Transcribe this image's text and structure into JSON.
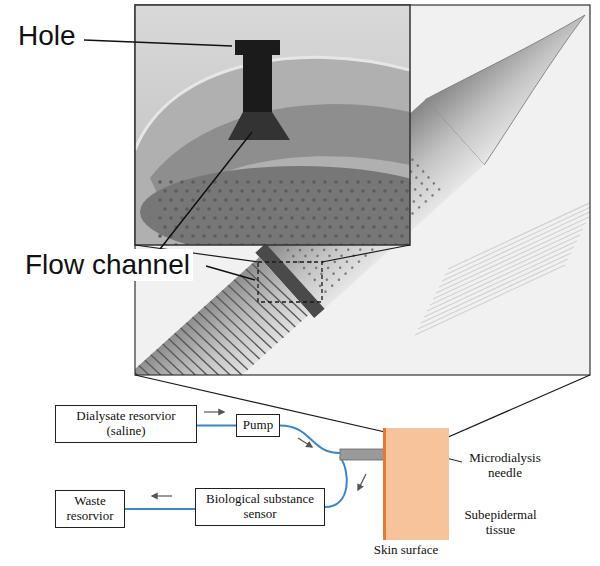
{
  "diagram": {
    "nodes": [
      {
        "text": [
          "Dialysate resorvior (saline)"
        ]
      },
      {
        "text": [
          "Pump"
        ]
      },
      {
        "text": [
          "Waste resorvior"
        ]
      },
      {
        "text": [
          "Biological substance sensor"
        ]
      },
      {
        "text": [
          "Subepidermal tissue"
        ]
      }
    ],
    "edges": [
      {
        "from": 0,
        "to": 1,
        "arrow": "none"
      },
      {
        "from": 3,
        "to": 2,
        "arrow": "none"
      }
    ],
    "labels": [
      "Hole",
      "Flow channel",
      "Microdialysis needle",
      "Skin surface"
    ]
  }
}
